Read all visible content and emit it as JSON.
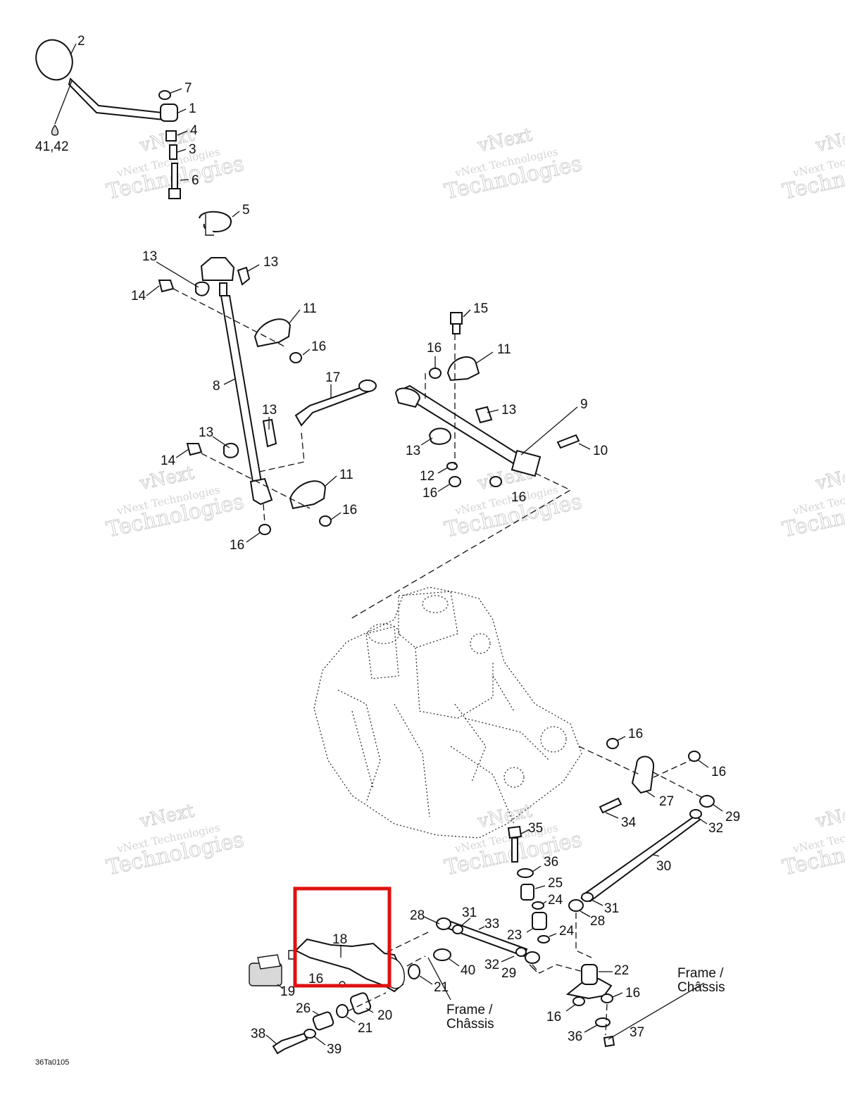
{
  "drawing_ref": "36Ta0105",
  "watermark": {
    "line1": "vNext",
    "line2": "vNext Technologies",
    "line3": "Technologies"
  },
  "frame_label": {
    "line1": "Frame /",
    "line2": "Châssis"
  },
  "callouts": {
    "c2": "2",
    "c7": "7",
    "c1": "1",
    "c4": "4",
    "c3": "3",
    "c6": "6",
    "c4142": "41,42",
    "c5": "5",
    "c13a": "13",
    "c13b": "13",
    "c14a": "14",
    "c11a": "11",
    "c16a": "16",
    "c8": "8",
    "c15": "15",
    "c16b": "16",
    "c11b": "11",
    "c17": "17",
    "c9": "9",
    "c13c": "13",
    "c10": "10",
    "c13d": "13",
    "c13e": "13",
    "c13f": "13",
    "c14b": "14",
    "c11c": "11",
    "c16c": "16",
    "c16d": "16",
    "c12": "12",
    "c16e": "16",
    "c16f": "16",
    "c16g": "16",
    "c16h": "16",
    "c27": "27",
    "c34": "34",
    "c29a": "29",
    "c32a": "32",
    "c35": "35",
    "c30": "30",
    "c36a": "36",
    "c25": "25",
    "c24a": "24",
    "c31a": "31",
    "c28a": "28",
    "c28b": "28",
    "c31b": "31",
    "c33": "33",
    "c23": "23",
    "c24b": "24",
    "c18": "18",
    "c16i": "16",
    "c19": "19",
    "c40": "40",
    "c32b": "32",
    "c29b": "29",
    "c21a": "21",
    "c22": "22",
    "c16j": "16",
    "c16k": "16",
    "c26": "26",
    "c20": "20",
    "c21b": "21",
    "c38": "38",
    "c39": "39",
    "c36b": "36",
    "c37": "37"
  }
}
